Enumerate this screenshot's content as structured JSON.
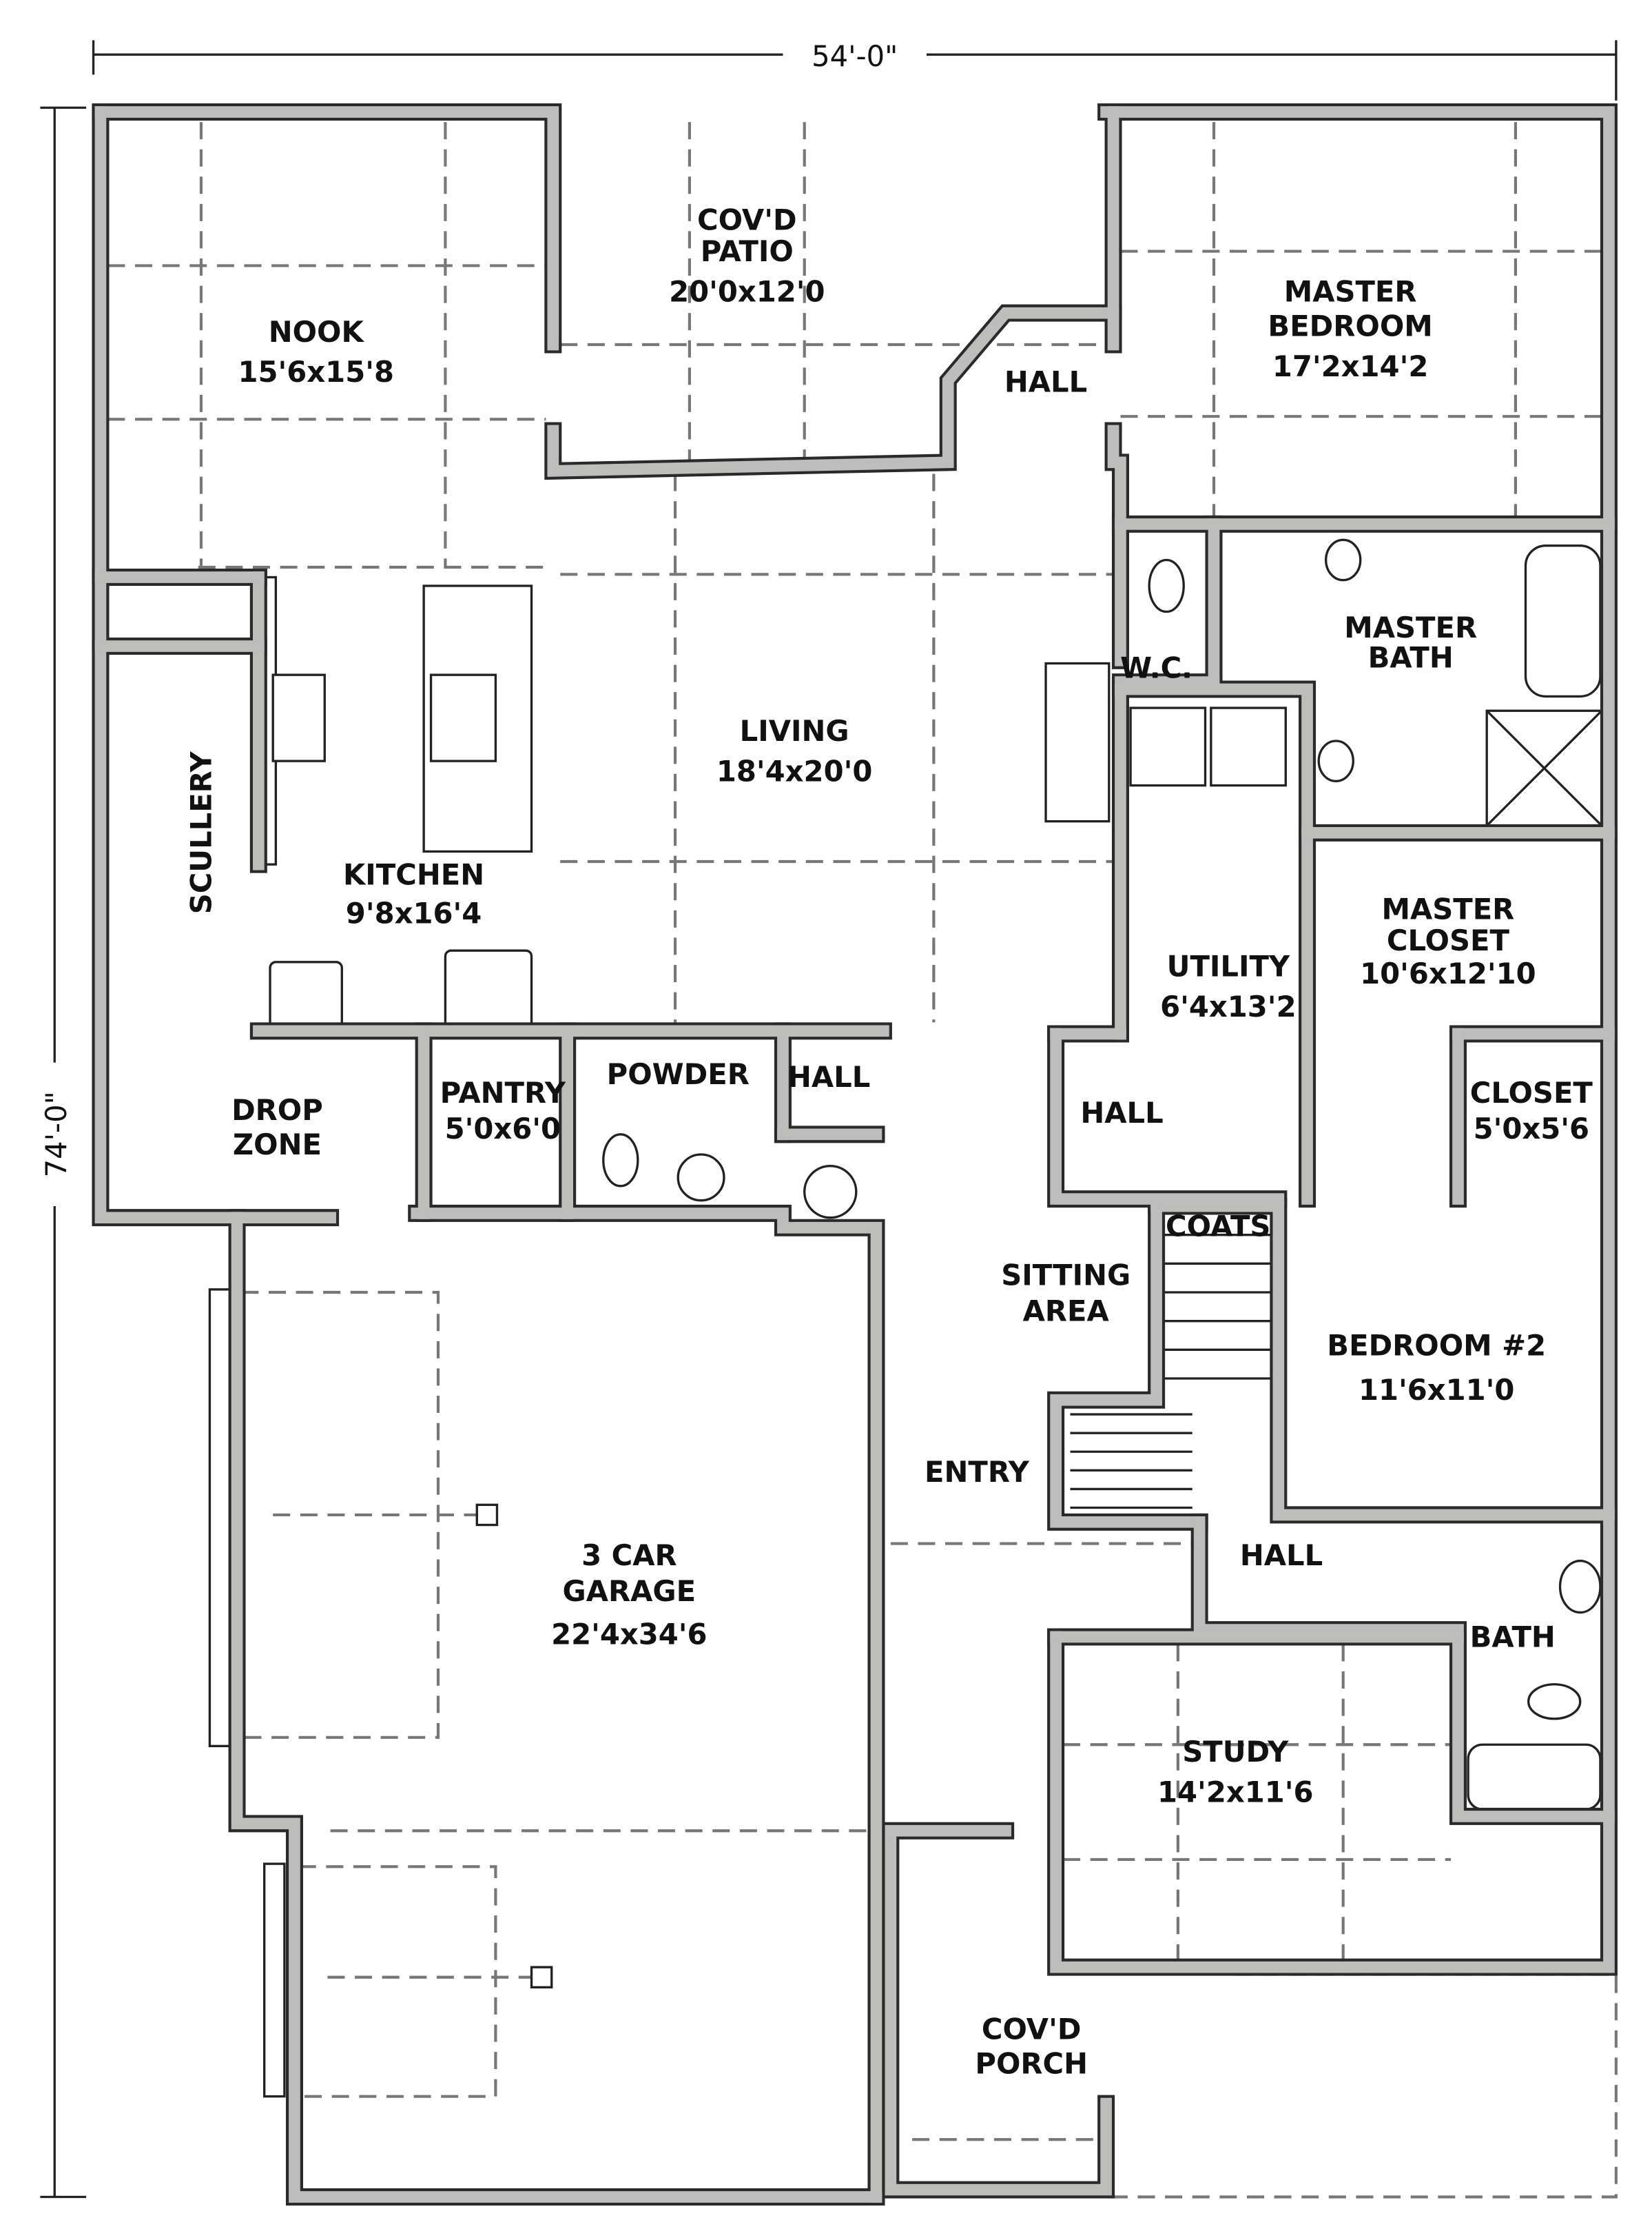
{
  "dimensions": {
    "width": "54'-0\"",
    "depth": "74'-0\""
  },
  "rooms": {
    "patio": {
      "line1": "COV'D",
      "line2": "PATIO",
      "size": "20'0x12'0"
    },
    "nook": {
      "name": "NOOK",
      "size": "15'6x15'8"
    },
    "master_bedroom": {
      "line1": "MASTER",
      "line2": "BEDROOM",
      "size": "17'2x14'2"
    },
    "hall_master": {
      "name": "HALL"
    },
    "wc": {
      "name": "W.C."
    },
    "master_bath": {
      "line1": "MASTER",
      "line2": "BATH"
    },
    "living": {
      "name": "LIVING",
      "size": "18'4x20'0"
    },
    "kitchen": {
      "name": "KITCHEN",
      "size": "9'8x16'4"
    },
    "scullery": {
      "name": "SCULLERY"
    },
    "utility": {
      "name": "UTILITY",
      "size": "6'4x13'2"
    },
    "master_closet": {
      "line1": "MASTER",
      "line2": "CLOSET",
      "size": "10'6x12'10"
    },
    "drop_zone": {
      "line1": "DROP",
      "line2": "ZONE"
    },
    "pantry": {
      "name": "PANTRY",
      "size": "5'0x6'0"
    },
    "powder": {
      "name": "POWDER"
    },
    "hall_powder": {
      "name": "HALL"
    },
    "hall_utility": {
      "name": "HALL"
    },
    "closet": {
      "name": "CLOSET",
      "size": "5'0x5'6"
    },
    "coats": {
      "name": "COATS"
    },
    "sitting": {
      "line1": "SITTING",
      "line2": "AREA"
    },
    "bedroom2": {
      "name": "BEDROOM #2",
      "size": "11'6x11'0"
    },
    "entry": {
      "name": "ENTRY"
    },
    "hall_bed": {
      "name": "HALL"
    },
    "bath": {
      "name": "BATH"
    },
    "garage": {
      "line1": "3 CAR",
      "line2": "GARAGE",
      "size": "22'4x34'6"
    },
    "study": {
      "name": "STUDY",
      "size": "14'2x11'6"
    },
    "porch": {
      "line1": "COV'D",
      "line2": "PORCH"
    }
  }
}
